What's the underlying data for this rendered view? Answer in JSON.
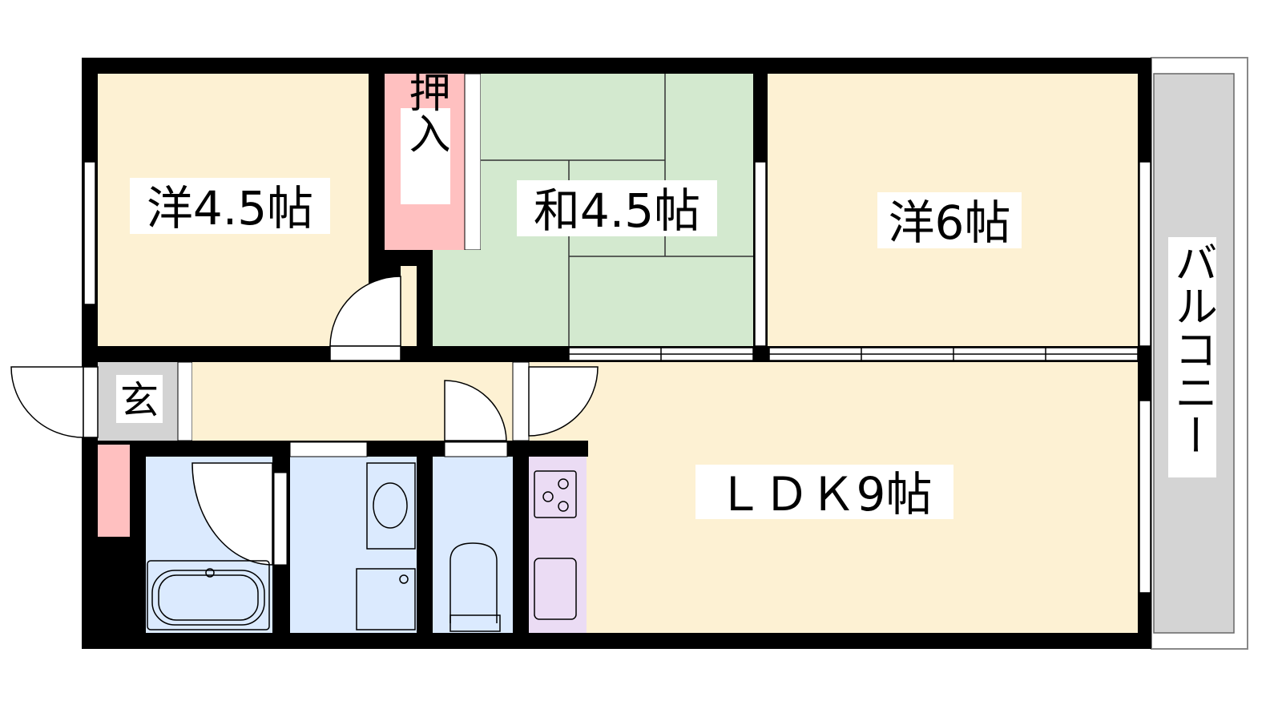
{
  "rooms": {
    "western_left": "洋4.5帖",
    "closet": "押入",
    "japanese": "和4.5帖",
    "western_right": "洋6帖",
    "entrance": "玄",
    "ldk": "ＬＤＫ9帖",
    "balcony": "バルコニー"
  },
  "colors": {
    "wall": "#000000",
    "western_floor": "#fdf1d3",
    "tatami": "#d3e9cf",
    "closet": "#ffc0c0",
    "wet_area": "#dbeafe",
    "kitchen": "#ebdcf4",
    "entrance": "#d3d3d3",
    "balcony": "#d4d4d4"
  }
}
